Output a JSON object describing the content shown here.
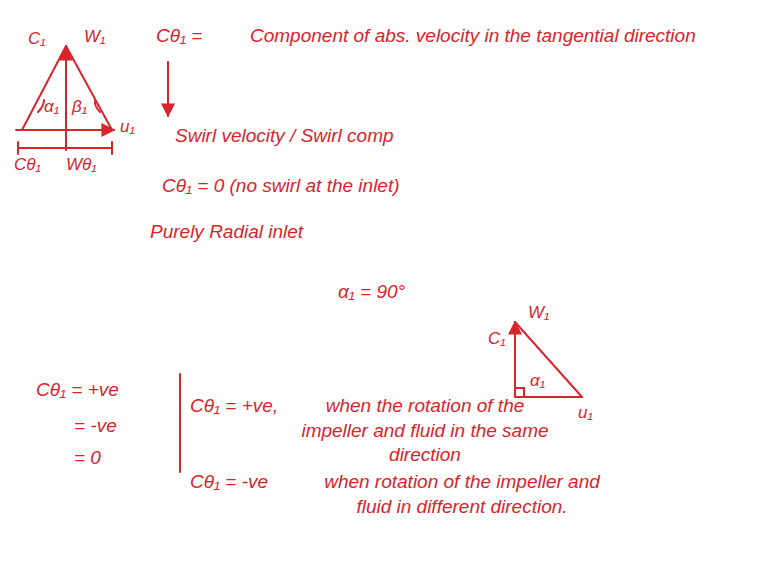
{
  "diagram": {
    "labels": [
      "C₁",
      "W₁",
      "α₁",
      "β₁",
      "u₁",
      "Cθ₁",
      "Wθ₁",
      "Cθ₁ =",
      "Component of abs. velocity in the tangential direction",
      "Swirl velocity / Swirl comp",
      "Cθ₁ = 0 (no swirl at the inlet)",
      "Purely Radial inlet",
      "α₁ = 90°",
      "C₁",
      "W₁",
      "α₁",
      "u₁",
      "Cθ₁ = +ve",
      "= -ve",
      "= 0",
      "Cθ₁ = +ve,",
      "when the rotation of the impeller and fluid in the same direction",
      "Cθ₁ = -ve",
      "when rotation of the impeller and fluid in different direction."
    ]
  }
}
